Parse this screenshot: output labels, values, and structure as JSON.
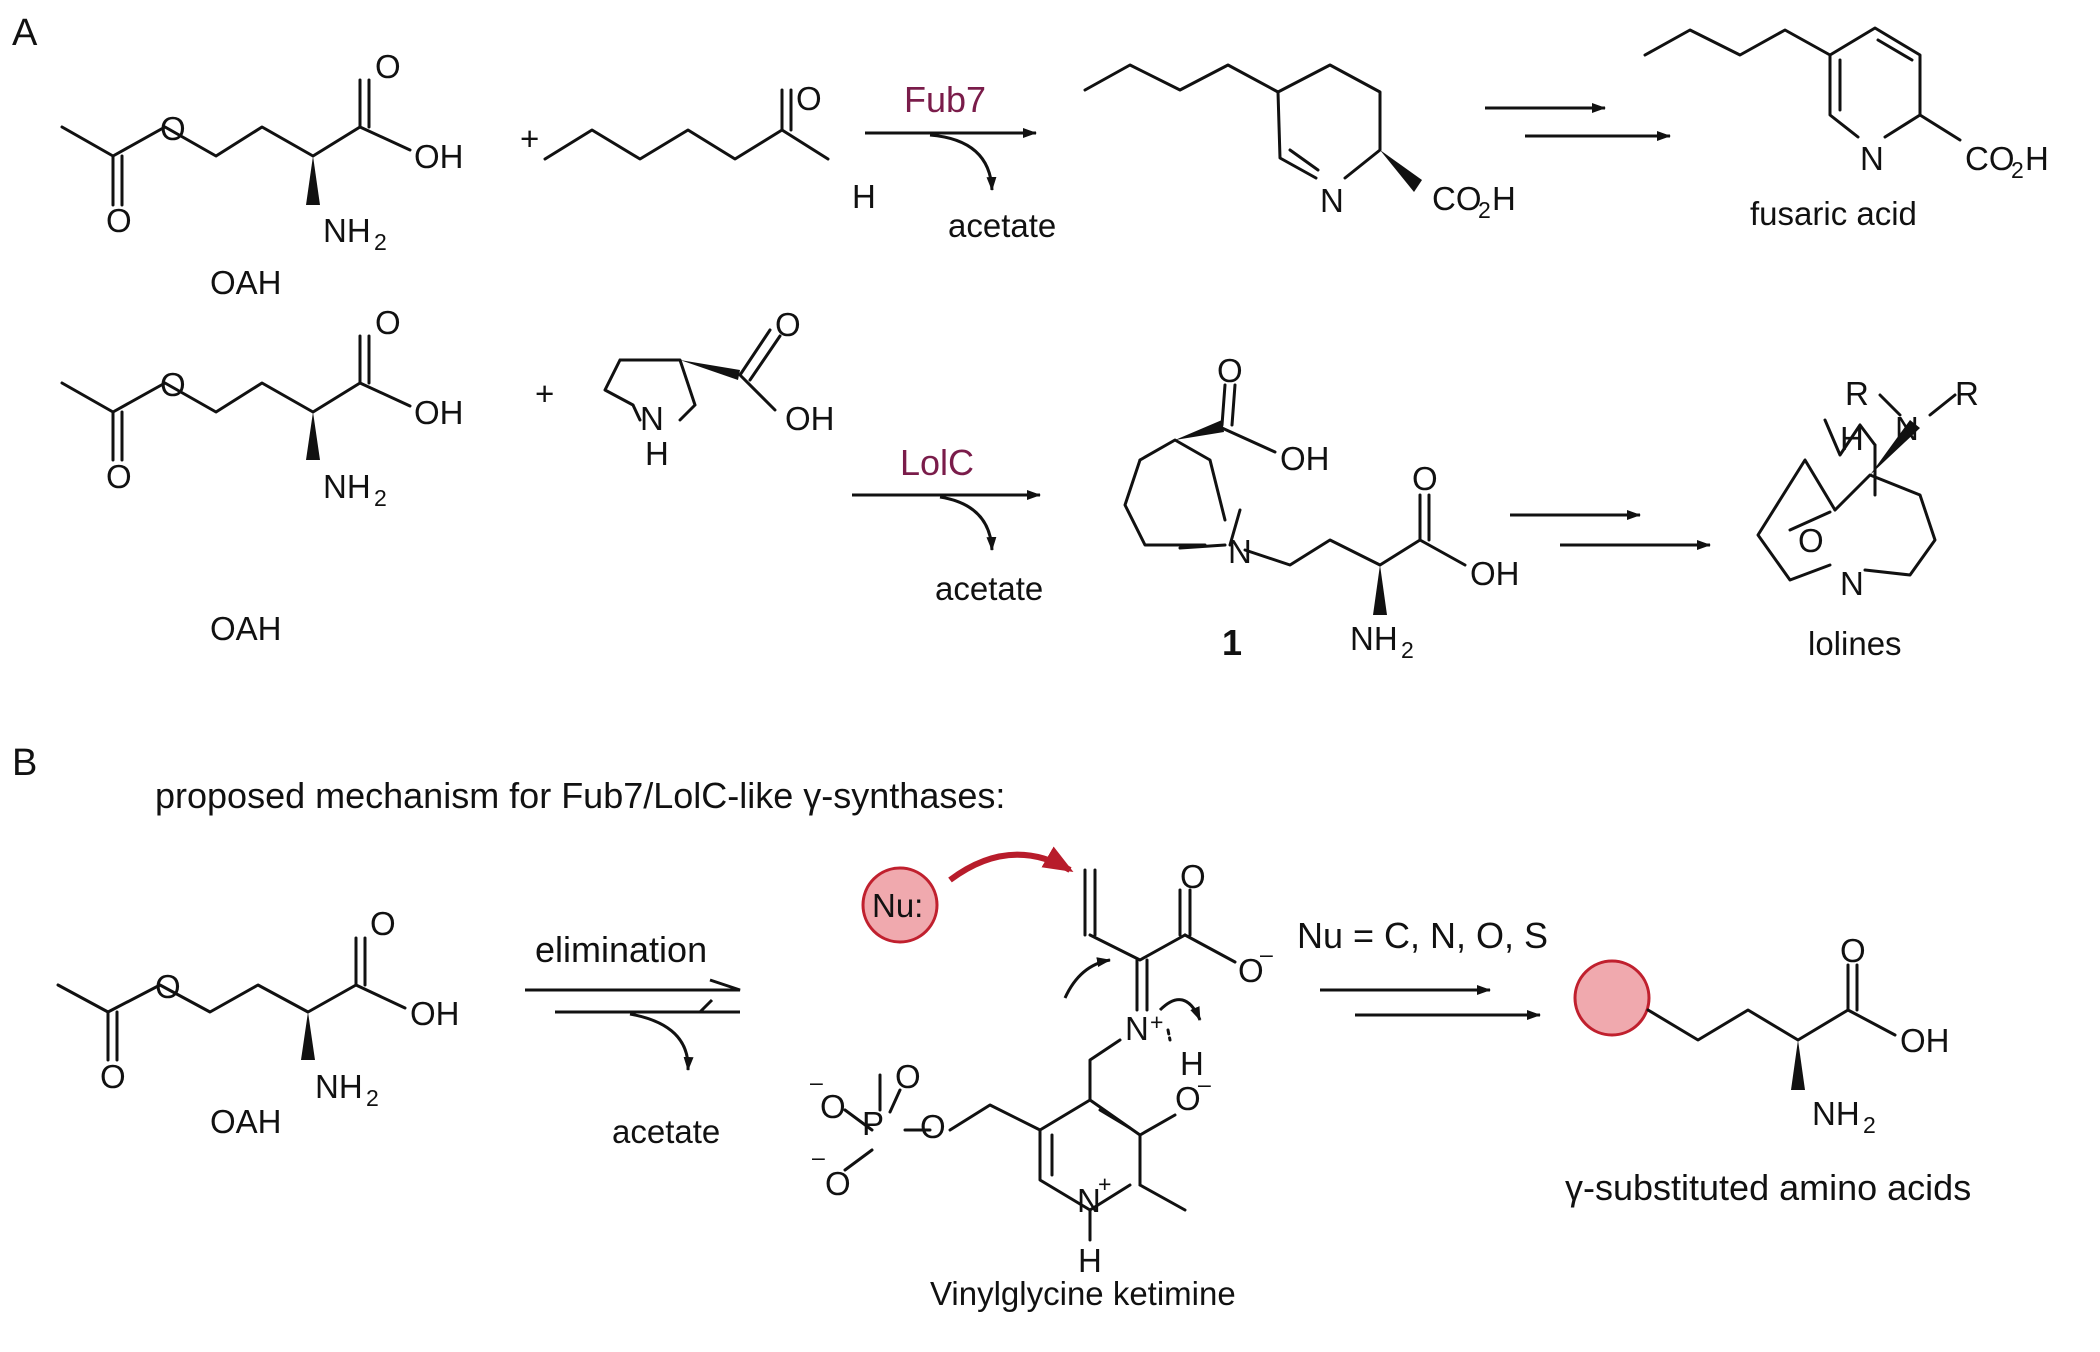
{
  "panel_a": {
    "label": "A",
    "row1": {
      "oah_label": "OAH",
      "plus": "+",
      "enzyme": "Fub7",
      "byproduct": "acetate",
      "product_label": "fusaric acid"
    },
    "row2": {
      "oah_label": "OAH",
      "plus": "+",
      "enzyme": "LolC",
      "byproduct": "acetate",
      "compound_number": "1",
      "product_label": "lolines"
    }
  },
  "panel_b": {
    "label": "B",
    "title": "proposed mechanism for Fub7/LolC-like γ-synthases:",
    "oah_label": "OAH",
    "step1": "elimination",
    "byproduct": "acetate",
    "nucleophile": "Nu:",
    "nu_definition": "Nu = C, N, O, S",
    "intermediate_label": "Vinylglycine ketimine",
    "product_label": "γ-substituted amino acids"
  },
  "atoms": {
    "O": "O",
    "OH": "OH",
    "NH": "NH",
    "N": "N",
    "H": "H",
    "R": "R",
    "CO": "CO",
    "sub2": "2",
    "minus": "–",
    "plus": "+",
    "P": "P"
  },
  "colors": {
    "enzyme": "#7a1c4a",
    "arrow_red": "#b81c2b",
    "nu_fill": "#f0a9ae",
    "nu_stroke": "#c0202e"
  }
}
